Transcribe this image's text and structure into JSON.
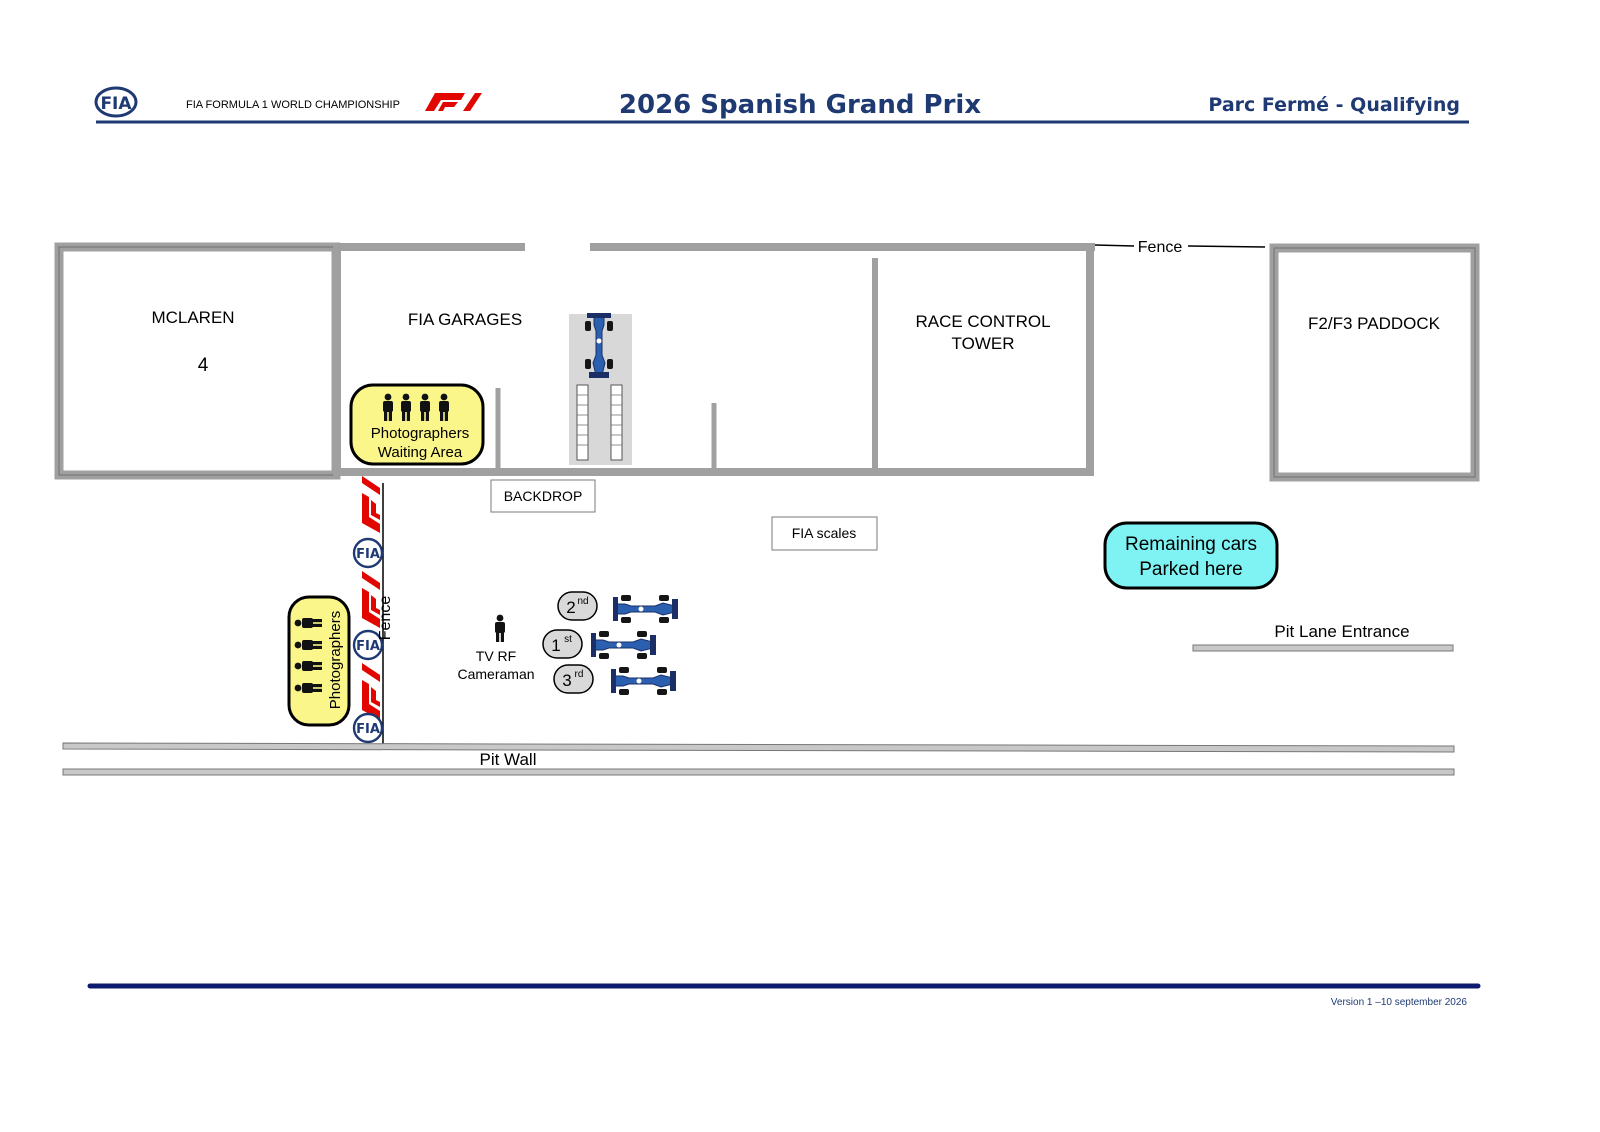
{
  "header": {
    "fia_logo_text": "FIA",
    "championship": "FIA FORMULA 1 WORLD CHAMPIONSHIP",
    "title": "2026 Spanish Grand Prix",
    "subtitle": "Parc Fermé - Qualifying"
  },
  "buildings": {
    "mclaren": {
      "name": "MCLAREN",
      "number": "4"
    },
    "fia_garages": "FIA GARAGES",
    "race_control": [
      "RACE CONTROL",
      "TOWER"
    ],
    "paddock": "F2/F3 PADDOCK"
  },
  "labels": {
    "fence_top": "Fence",
    "fence_side": "Fence",
    "backdrop": "BACKDROP",
    "fia_scales": "FIA scales",
    "remaining_cars": [
      "Remaining cars",
      "Parked here"
    ],
    "pit_lane_entrance": "Pit Lane Entrance",
    "pit_wall": "Pit Wall",
    "photographers_waiting": [
      "Photographers",
      "Waiting Area"
    ],
    "photographers": "Photographers",
    "tv_rf": [
      "TV RF",
      "Cameraman"
    ]
  },
  "positions": [
    {
      "num": "2",
      "suffix": "nd"
    },
    {
      "num": "1",
      "suffix": "st"
    },
    {
      "num": "3",
      "suffix": "rd"
    }
  ],
  "colors": {
    "navy": "#1f3a73",
    "footer_line": "#0d1b6e",
    "wall": "#a0a0a0",
    "yellow_zone": "#fbf68a",
    "cyan_zone": "#7ff3f3",
    "f1_red": "#e10600",
    "car_blue": "#2b5fb0"
  },
  "icons": [
    "fia-logo-icon",
    "f1-logo-icon",
    "person-icon",
    "race-car-icon"
  ],
  "footer": {
    "version": "Version 1 –10 september 2026"
  }
}
